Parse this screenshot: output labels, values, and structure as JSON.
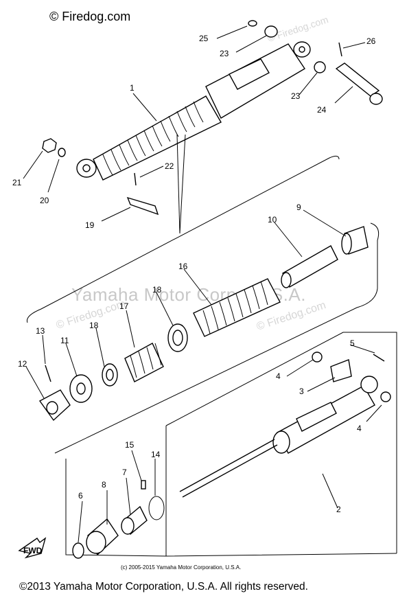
{
  "watermarks": {
    "top_left": "© Firedog.com",
    "center": "Yamaha Motor Corp., U.S.A.",
    "mid_left": "© Firedog.com",
    "mid_right": "© Firedog.com",
    "top_right": "© Firedog.com"
  },
  "copyright_small": "(c) 2005-2015 Yamaha Motor Corporation, U.S.A.",
  "copyright_footer": "©2013 Yamaha Motor Corporation, U.S.A. All rights reserved.",
  "direction_label": "FWD",
  "callouts": {
    "c1": "1",
    "c2": "2",
    "c3": "3",
    "c4a": "4",
    "c4b": "4",
    "c5": "5",
    "c6": "6",
    "c7": "7",
    "c8": "8",
    "c9": "9",
    "c10": "10",
    "c11": "11",
    "c12": "12",
    "c13": "13",
    "c14": "14",
    "c15": "15",
    "c16": "16",
    "c17": "17",
    "c18a": "18",
    "c18b": "18",
    "c19": "19",
    "c20": "20",
    "c21": "21",
    "c22": "22",
    "c23a": "23",
    "c23b": "23",
    "c24": "24",
    "c25": "25",
    "c26": "26"
  }
}
